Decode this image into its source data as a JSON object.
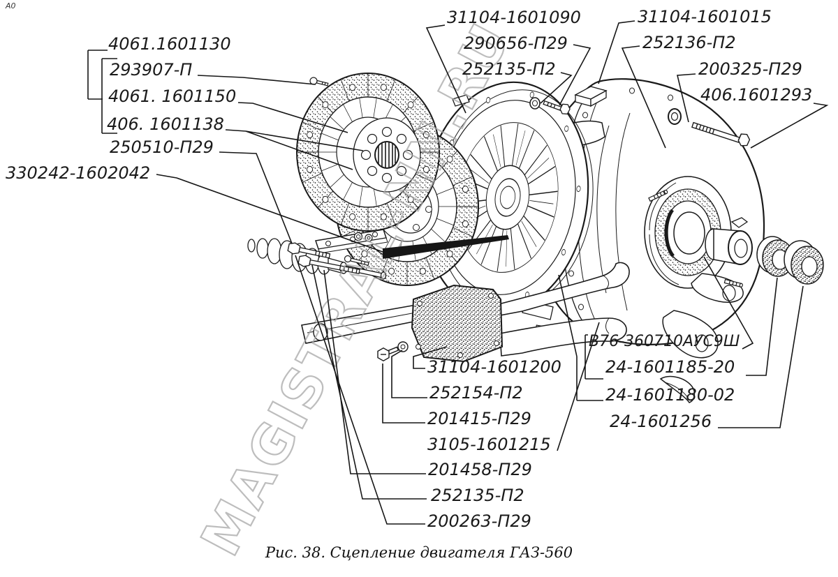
{
  "colors": {
    "ink": "#1a1a1a",
    "watermark": "#a8a8a8",
    "paper": "#ffffff"
  },
  "corner_mark": "А0",
  "watermark": {
    "text": "MAGISTRAL-NN.RU"
  },
  "caption": "Рис. 38. Сцепление двигателя ГАЗ-560",
  "labels": {
    "left": [
      {
        "text": "4061.1601130"
      },
      {
        "text": "293907-П"
      },
      {
        "text": "4061. 1601150"
      },
      {
        "text": "406. 1601138"
      },
      {
        "text": "250510-П29"
      },
      {
        "text": "330242-1602042"
      }
    ],
    "top_center": [
      {
        "text": "31104-1601090"
      },
      {
        "text": "290656-П29"
      },
      {
        "text": "252135-П2"
      }
    ],
    "top_right": [
      {
        "text": "31104-1601015"
      },
      {
        "text": "252136-П2"
      },
      {
        "text": "200325-П29"
      },
      {
        "text": "406.1601293"
      }
    ],
    "bottom_center": [
      {
        "text": "31104-1601200"
      },
      {
        "text": "252154-П2"
      },
      {
        "text": "201415-П29"
      },
      {
        "text": "3105-1601215"
      },
      {
        "text": "201458-П29"
      },
      {
        "text": "252135-П2"
      },
      {
        "text": "200263-П29"
      }
    ],
    "right_block": [
      {
        "text": "В76-360710АУС9Ш"
      },
      {
        "text": "24-1601185-20"
      },
      {
        "text": "24-1601180-02"
      },
      {
        "text": "24-1601256"
      }
    ]
  }
}
